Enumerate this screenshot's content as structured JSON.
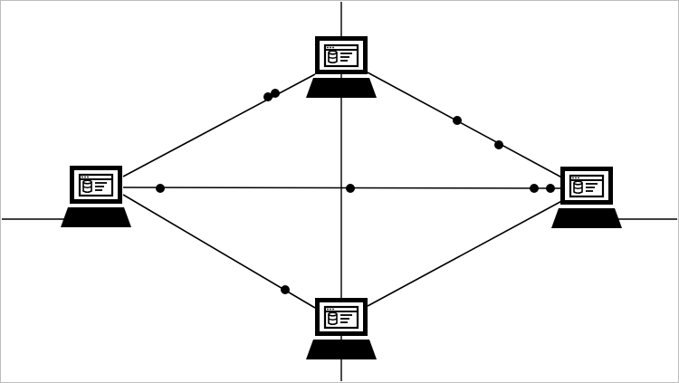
{
  "diagram": {
    "type": "network-topology",
    "nodes": [
      {
        "id": "top",
        "icon": "laptop-icon",
        "screen_icons": [
          "database-icon",
          "document-lines-icon"
        ]
      },
      {
        "id": "left",
        "icon": "laptop-icon",
        "screen_icons": [
          "database-icon",
          "document-lines-icon"
        ]
      },
      {
        "id": "right",
        "icon": "laptop-icon",
        "screen_icons": [
          "database-icon",
          "document-lines-icon"
        ]
      },
      {
        "id": "bottom",
        "icon": "laptop-icon",
        "screen_icons": [
          "database-icon",
          "document-lines-icon"
        ]
      }
    ],
    "links": [
      {
        "from": "left",
        "to": "top",
        "dots": 2
      },
      {
        "from": "top",
        "to": "right",
        "dots": 2
      },
      {
        "from": "left",
        "to": "right",
        "dots": 4
      },
      {
        "from": "left",
        "to": "bottom",
        "dots": 1
      },
      {
        "from": "bottom",
        "to": "right",
        "dots": 0
      }
    ],
    "axes": {
      "vertical": true,
      "horizontal": true
    },
    "colors": {
      "line": "#000000",
      "background": "#ffffff",
      "dot": "#000000"
    }
  }
}
